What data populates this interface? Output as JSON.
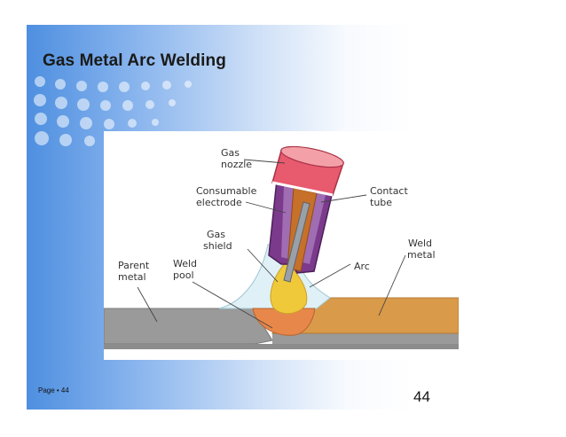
{
  "slide": {
    "title": "Gas Metal Arc Welding",
    "footer": "Page • 44",
    "page_number": "44"
  },
  "diagram": {
    "labels": {
      "gas_nozzle": [
        "Gas",
        "nozzle"
      ],
      "consumable_electrode": [
        "Consumable",
        "electrode"
      ],
      "contact_tube": [
        "Contact",
        "tube"
      ],
      "gas_shield": [
        "Gas",
        "shield"
      ],
      "weld_metal": [
        "Weld",
        "metal"
      ],
      "parent_metal": [
        "Parent",
        "metal"
      ],
      "weld_pool": [
        "Weld",
        "pool"
      ],
      "arc": "Arc"
    },
    "colors": {
      "nozzle": "#e85a6e",
      "nozzle_top": "#f4a0a8",
      "tube_purple": "#7b3a8c",
      "contact_tube": "#c7702a",
      "electrode": "#9aa0a8",
      "gas_shield": "#dff1f6",
      "parent_metal": "#9a9a9a",
      "weld_metal": "#d99a4a",
      "weld_pool": "#e8874a",
      "arc": "#f0c93a"
    }
  }
}
